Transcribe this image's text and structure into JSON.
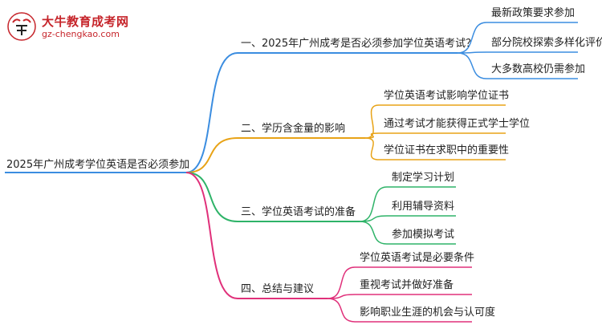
{
  "logo": {
    "title": "大牛教育成考网",
    "url": "gz-chengkao.com"
  },
  "root": "2025年广州成考学位英语是否必须参加",
  "colors": {
    "branch1": "#3b8de0",
    "branch2": "#e8a317",
    "branch3": "#2eb368",
    "branch4": "#e0307a",
    "root_line": "#3b8de0"
  },
  "branches": [
    {
      "label": "一、2025年广州成考是否必须参加学位英语考试？",
      "children": [
        "最新政策要求参加",
        "部分院校探索多样化评价",
        "大多数高校仍需参加"
      ]
    },
    {
      "label": "二、学历含金量的影响",
      "children": [
        "学位英语考试影响学位证书",
        "通过考试才能获得正式学士学位",
        "学位证书在求职中的重要性"
      ]
    },
    {
      "label": "三、学位英语考试的准备",
      "children": [
        "制定学习计划",
        "利用辅导资料",
        "参加模拟考试"
      ]
    },
    {
      "label": "四、总结与建议",
      "children": [
        "学位英语考试是必要条件",
        "重视考试并做好准备",
        "影响职业生涯的机会与认可度"
      ]
    }
  ]
}
